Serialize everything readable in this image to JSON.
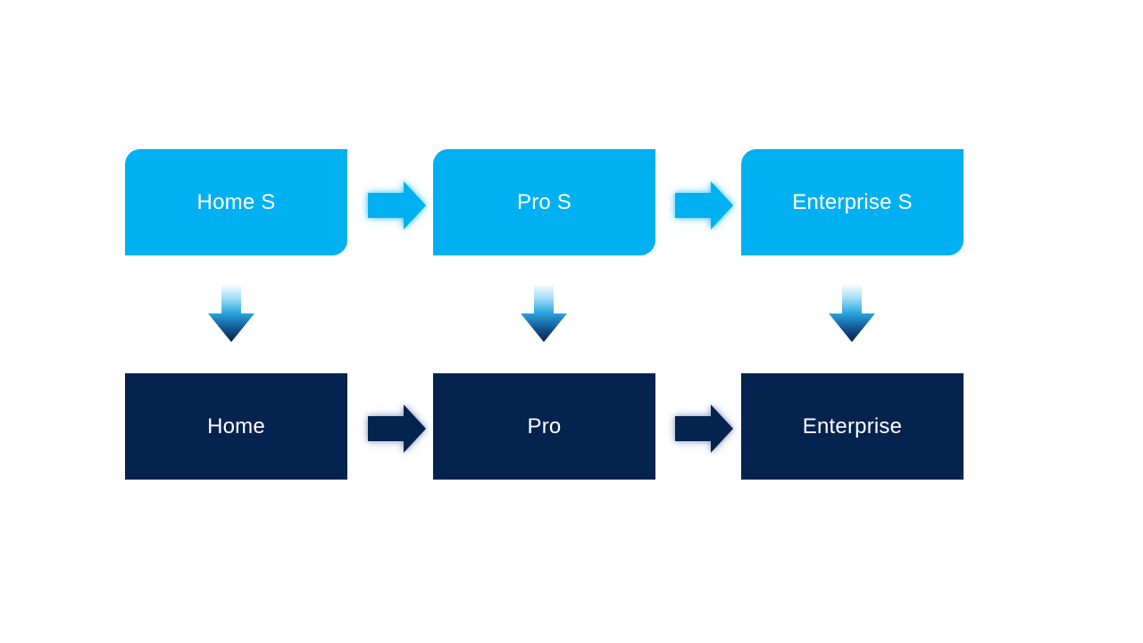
{
  "diagram": {
    "top_row": [
      {
        "label": "Home S"
      },
      {
        "label": "Pro S"
      },
      {
        "label": "Enterprise S"
      }
    ],
    "bottom_row": [
      {
        "label": "Home"
      },
      {
        "label": "Pro"
      },
      {
        "label": "Enterprise"
      }
    ]
  },
  "colors": {
    "top_box": "#00B0F0",
    "bottom_box": "#04234E",
    "text": "#FFFFFF",
    "background": "#FFFFFF",
    "down_arrow_gradient": {
      "stop0": "#FFFFFF",
      "stop1": "#9FDCF8",
      "stop2": "#2BA6DE",
      "stop3": "#12518F",
      "stop4": "#0C2144"
    }
  }
}
